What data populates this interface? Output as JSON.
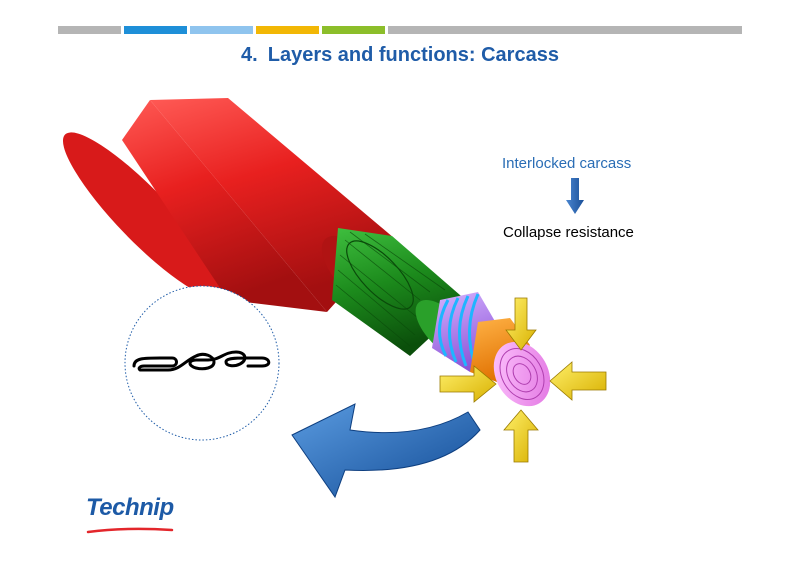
{
  "slide": {
    "number": "4.",
    "title": "Layers and functions: Carcass"
  },
  "top_bar_colors": [
    "#b5b5b5",
    "#1e8fd8",
    "#8fc4ee",
    "#f2b705",
    "#8cbe2a",
    "#b5b5b5"
  ],
  "labels": {
    "interlocked": "Interlocked carcass",
    "collapse": "Collapse resistance"
  },
  "logo": {
    "text": "Technip",
    "color": "#1d5aa6",
    "underline_color": "#e3262b"
  },
  "colors": {
    "outer_sheath": "#e8201f",
    "armour": "#1c8a1c",
    "pressure_layer": "#b07ae6",
    "liner": "#f58a00",
    "carcass": "#f08ef0",
    "force_arrows": "#f2d200",
    "rotation_arrow": "#1f66b8"
  }
}
